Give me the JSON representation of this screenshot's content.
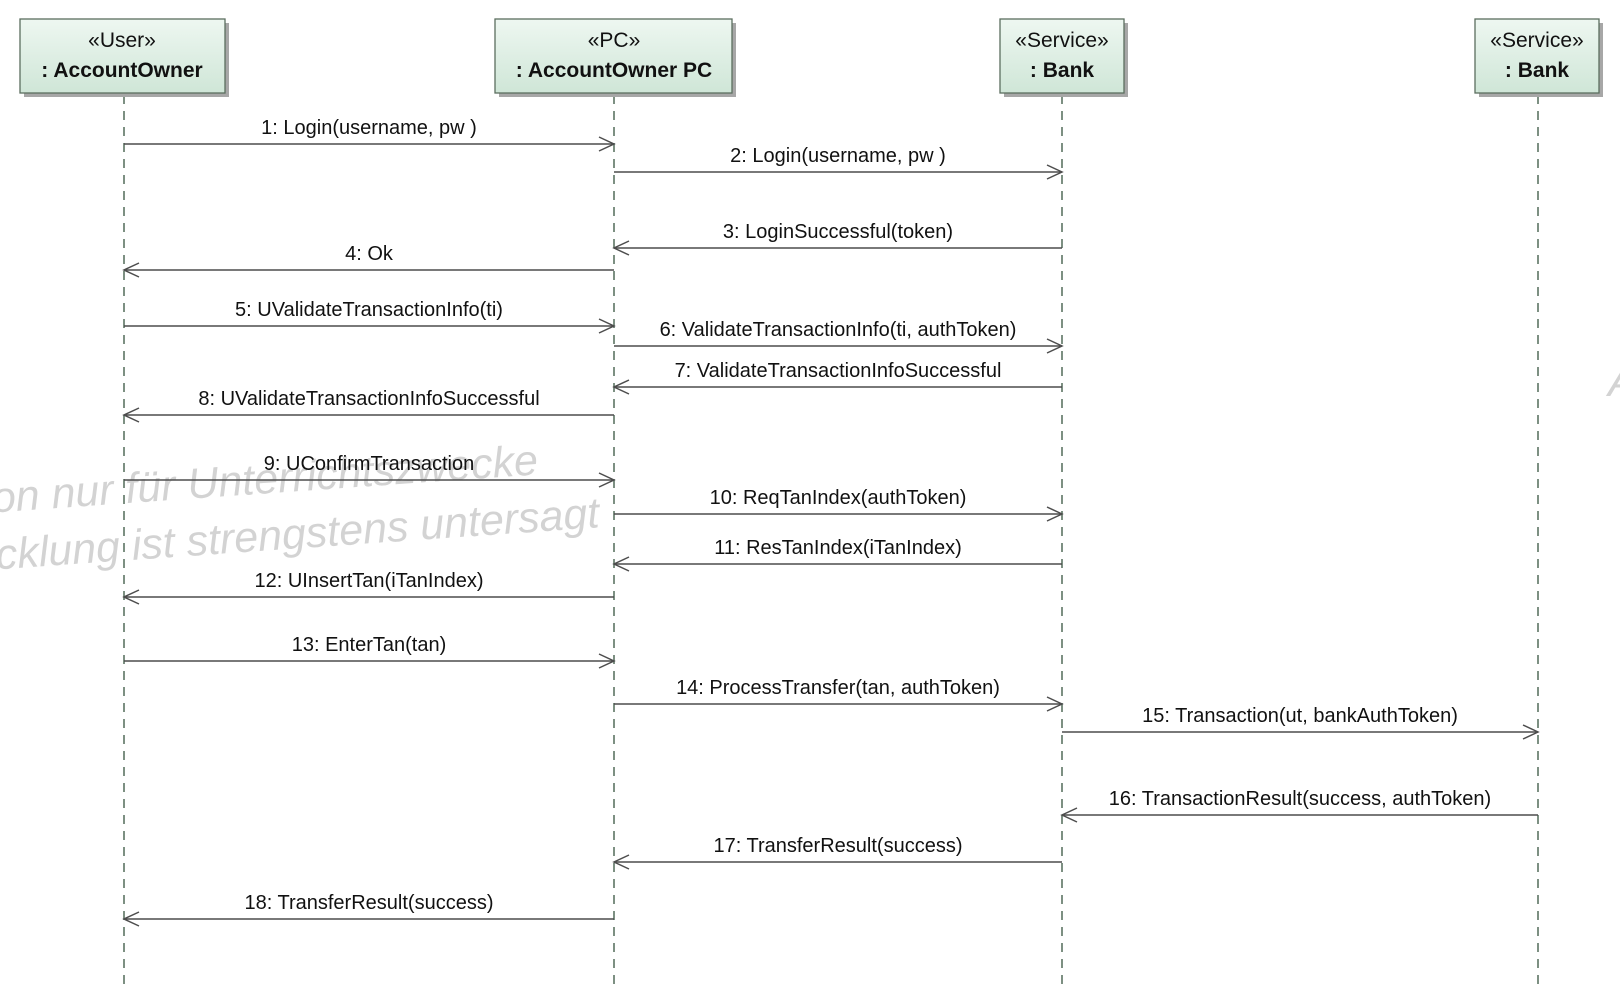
{
  "diagram": {
    "lifelines": [
      {
        "id": "owner",
        "stereotype": "«User»",
        "name": ": AccountOwner"
      },
      {
        "id": "pc",
        "stereotype": "«PC»",
        "name": ": AccountOwner PC"
      },
      {
        "id": "bank1",
        "stereotype": "«Service»",
        "name": ": Bank"
      },
      {
        "id": "bank2",
        "stereotype": "«Service»",
        "name": ": Bank"
      }
    ],
    "messages": [
      {
        "num": "1",
        "text": "Login(username, pw )",
        "from": "owner",
        "to": "pc"
      },
      {
        "num": "2",
        "text": "Login(username, pw )",
        "from": "pc",
        "to": "bank1"
      },
      {
        "num": "3",
        "text": "LoginSuccessful(token)",
        "from": "bank1",
        "to": "pc"
      },
      {
        "num": "4",
        "text": "Ok",
        "from": "pc",
        "to": "owner"
      },
      {
        "num": "5",
        "text": "UValidateTransactionInfo(ti)",
        "from": "owner",
        "to": "pc"
      },
      {
        "num": "6",
        "text": "ValidateTransactionInfo(ti, authToken)",
        "from": "pc",
        "to": "bank1"
      },
      {
        "num": "7",
        "text": "ValidateTransactionInfoSuccessful",
        "from": "bank1",
        "to": "pc"
      },
      {
        "num": "8",
        "text": "UValidateTransactionInfoSuccessful",
        "from": "pc",
        "to": "owner"
      },
      {
        "num": "9",
        "text": "UConfirmTransaction",
        "from": "owner",
        "to": "pc"
      },
      {
        "num": "10",
        "text": "ReqTanIndex(authToken)",
        "from": "pc",
        "to": "bank1"
      },
      {
        "num": "11",
        "text": "ResTanIndex(iTanIndex)",
        "from": "bank1",
        "to": "pc"
      },
      {
        "num": "12",
        "text": "UInsertTan(iTanIndex)",
        "from": "pc",
        "to": "owner"
      },
      {
        "num": "13",
        "text": "EnterTan(tan)",
        "from": "owner",
        "to": "pc"
      },
      {
        "num": "14",
        "text": "ProcessTransfer(tan, authToken)",
        "from": "pc",
        "to": "bank1"
      },
      {
        "num": "15",
        "text": "Transaction(ut, bankAuthToken)",
        "from": "bank1",
        "to": "bank2"
      },
      {
        "num": "16",
        "text": "TransactionResult(success, authToken)",
        "from": "bank2",
        "to": "bank1"
      },
      {
        "num": "17",
        "text": "TransferResult(success)",
        "from": "bank1",
        "to": "pc"
      },
      {
        "num": "18",
        "text": "TransferResult(success)",
        "from": "pc",
        "to": "owner"
      }
    ],
    "watermark": {
      "line1": "on nur für Unterrichtszwecke",
      "line2": "cklung ist strengstens untersagt",
      "fragment": "A"
    }
  }
}
